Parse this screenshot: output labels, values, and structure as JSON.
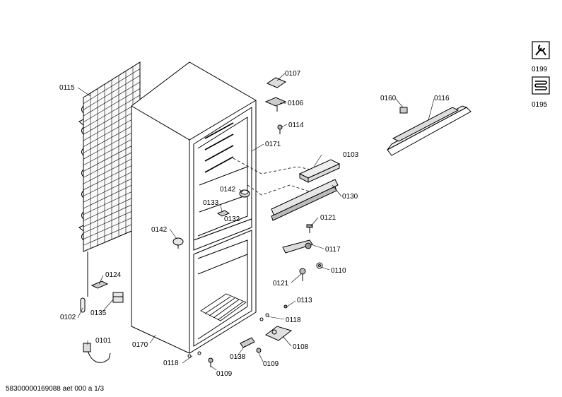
{
  "callouts": [
    {
      "id": "c0115",
      "text": "0115"
    },
    {
      "id": "c0107",
      "text": "0107"
    },
    {
      "id": "c0106",
      "text": "0106"
    },
    {
      "id": "c0114",
      "text": "0114"
    },
    {
      "id": "c0171",
      "text": "0171"
    },
    {
      "id": "c0103",
      "text": "0103"
    },
    {
      "id": "c0142a",
      "text": "0142"
    },
    {
      "id": "c0130",
      "text": "0130"
    },
    {
      "id": "c0133",
      "text": "0133"
    },
    {
      "id": "c0132",
      "text": "0132"
    },
    {
      "id": "c0121a",
      "text": "0121"
    },
    {
      "id": "c0142b",
      "text": "0142"
    },
    {
      "id": "c0117",
      "text": "0117"
    },
    {
      "id": "c0124",
      "text": "0124"
    },
    {
      "id": "c0110",
      "text": "0110"
    },
    {
      "id": "c0121b",
      "text": "0121"
    },
    {
      "id": "c0135",
      "text": "0135"
    },
    {
      "id": "c0102",
      "text": "0102"
    },
    {
      "id": "c0113",
      "text": "0113"
    },
    {
      "id": "c0118a",
      "text": "0118"
    },
    {
      "id": "c0101",
      "text": "0101"
    },
    {
      "id": "c0170",
      "text": "0170"
    },
    {
      "id": "c0108",
      "text": "0108"
    },
    {
      "id": "c0138",
      "text": "0138"
    },
    {
      "id": "c0118b",
      "text": "0118"
    },
    {
      "id": "c0109a",
      "text": "0109"
    },
    {
      "id": "c0109b",
      "text": "0109"
    },
    {
      "id": "c0160",
      "text": "0160"
    },
    {
      "id": "c0116",
      "text": "0116"
    }
  ],
  "side_icons": [
    {
      "id": "s0199",
      "text": "0199",
      "icon": "tools-icon"
    },
    {
      "id": "s0195",
      "text": "0195",
      "icon": "refrigerant-coil-icon"
    }
  ],
  "footer": "58300000169088 aet 000 a 1/3"
}
